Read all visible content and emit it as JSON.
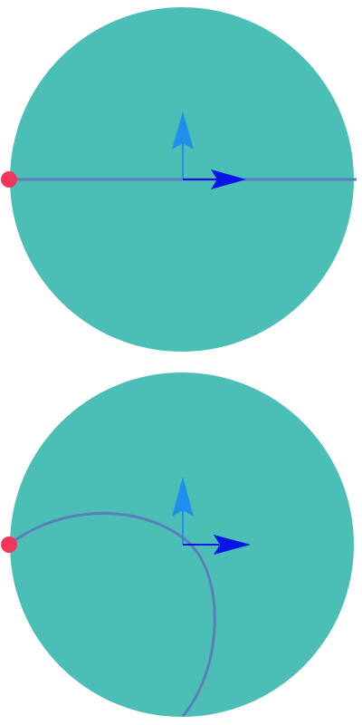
{
  "colors": {
    "background": "#ffffff",
    "disk": "#4bbeb5",
    "line": "#5a7fb8",
    "point": "#f0365a",
    "vertical_arrow": "#1e90ec",
    "horizontal_arrow": "#0a14e6"
  },
  "panels": [
    {
      "name": "panel-top",
      "curve": "straight-horizontal-line",
      "arrows": [
        "up",
        "right"
      ]
    },
    {
      "name": "panel-bottom",
      "curve": "circular-arc",
      "arrows": [
        "up",
        "right"
      ]
    }
  ]
}
